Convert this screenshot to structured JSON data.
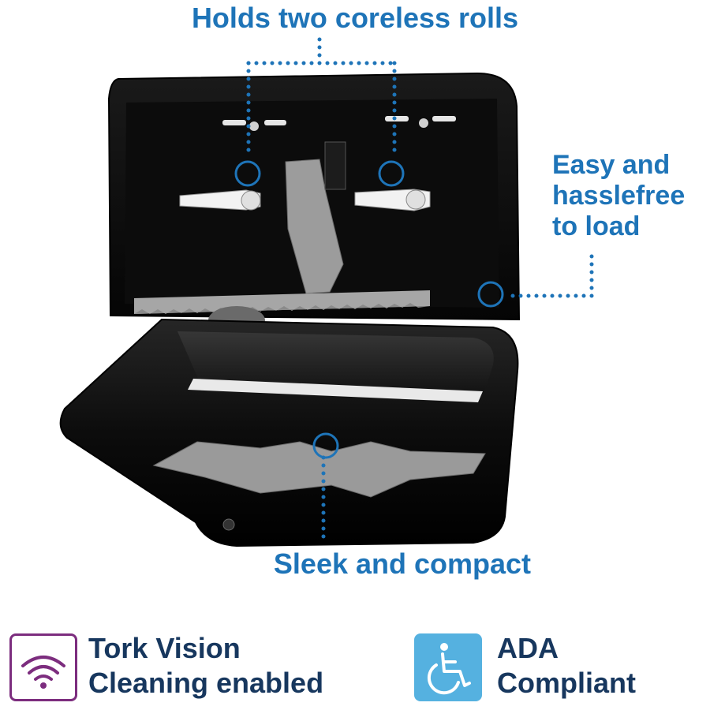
{
  "callouts": {
    "top": "Holds two coreless rolls",
    "right_lines": [
      "Easy and",
      "hasslefree",
      "to load"
    ],
    "bottom": "Sleek and compact"
  },
  "features": [
    {
      "icon": "wifi-signal-icon",
      "lines": [
        "Tork Vision",
        "Cleaning enabled"
      ]
    },
    {
      "icon": "wheelchair-accessibility-icon",
      "lines": [
        "ADA",
        "Compliant"
      ]
    }
  ],
  "colors": {
    "callout": "#1e74b8",
    "feature_text": "#17375e",
    "tork_vision_icon": "#7c2d7e",
    "ada_icon_bg": "#55b1e0",
    "dispenser": "#101010"
  }
}
